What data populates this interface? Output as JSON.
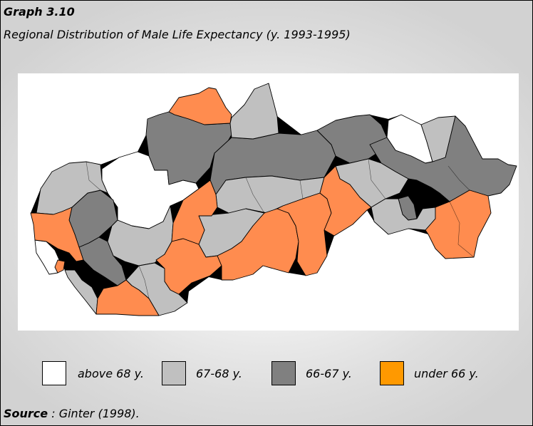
{
  "figure": {
    "title": "Graph 3.10",
    "subtitle": "Regional Distribution of Male Life Expectancy (y. 1993-1995)"
  },
  "legend": {
    "items": [
      {
        "label": "above 68 y.",
        "color": "#ffffff"
      },
      {
        "label": "67-68 y.",
        "color": "#c0c0c0"
      },
      {
        "label": "66-67 y.",
        "color": "#808080"
      },
      {
        "label": "under 66 y.",
        "color": "#ff9900"
      }
    ]
  },
  "map": {
    "region_colors": {
      "above_68": "#ffffff",
      "67_68": "#c0c0c0",
      "66_67": "#808080",
      "under_66": "#ff8c4f"
    },
    "border_color": "#000000"
  },
  "source": {
    "label": "Source",
    "text": " : Ginter (1998)."
  }
}
